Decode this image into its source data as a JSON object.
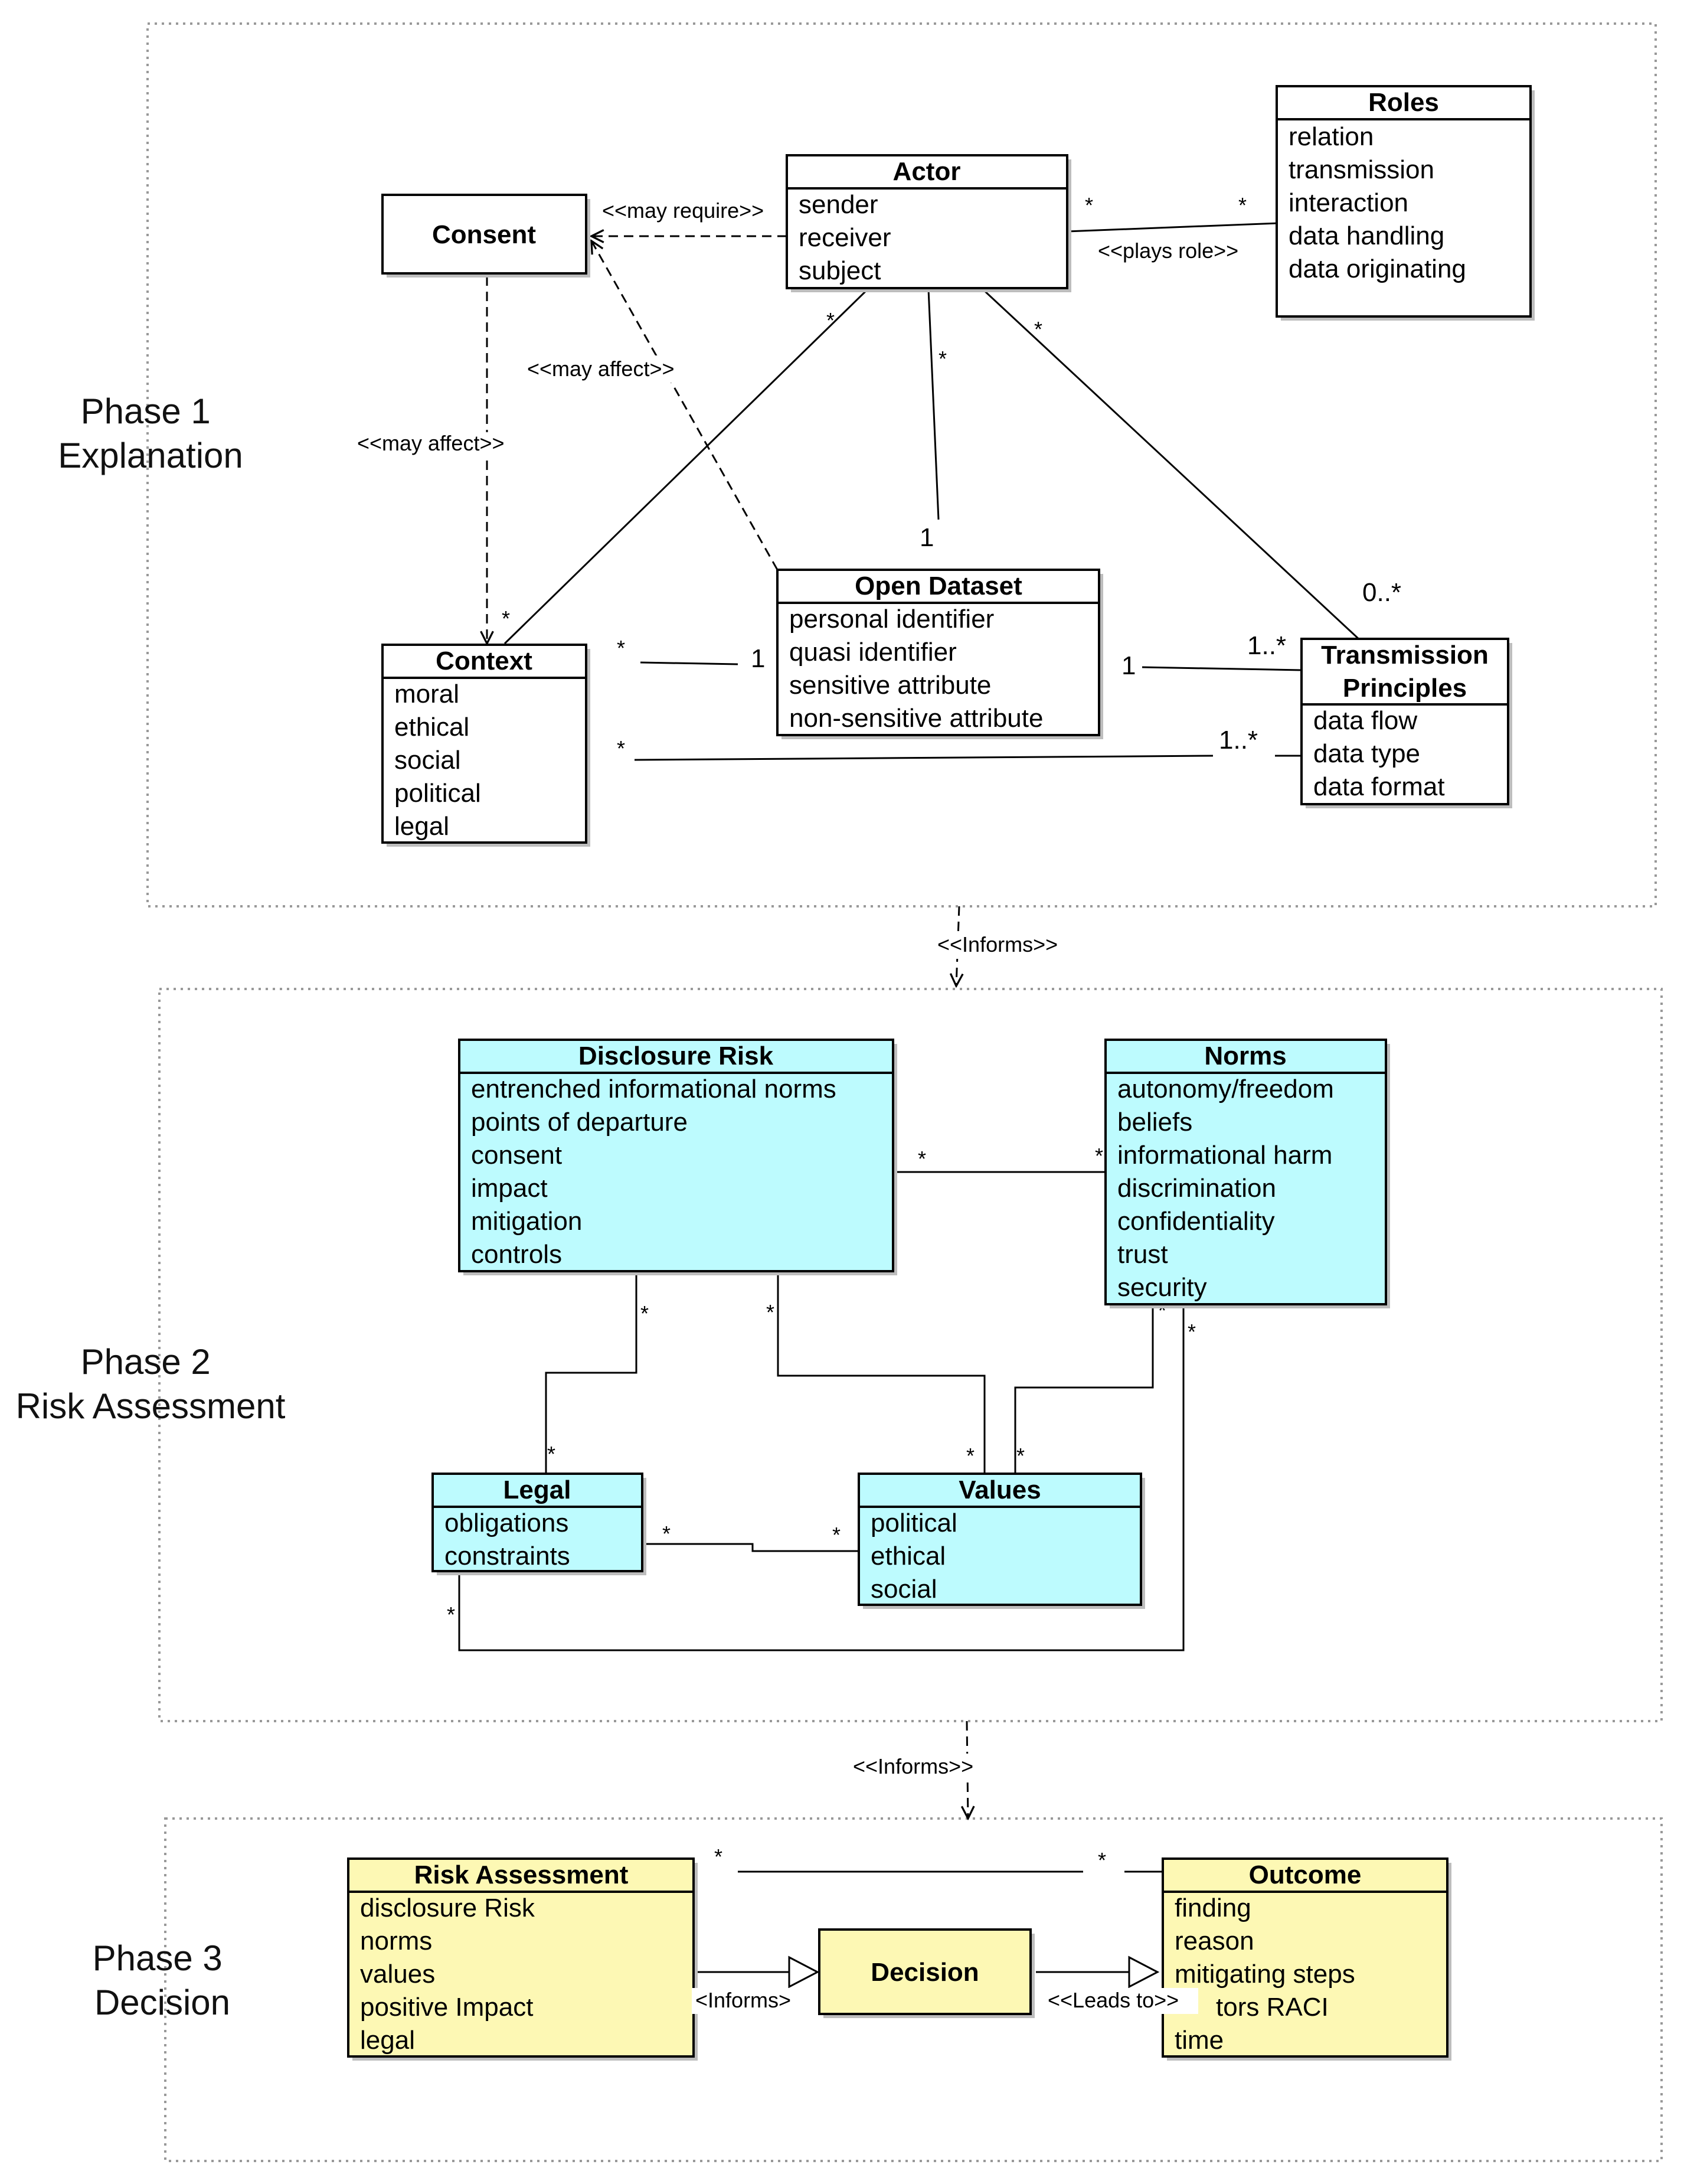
{
  "phases": [
    {
      "line1": "Phase 1",
      "line2": "Explanation"
    },
    {
      "line1": "Phase 2",
      "line2": "Risk Assessment"
    },
    {
      "line1": "Phase 3",
      "line2": "Decision"
    }
  ],
  "colors": {
    "phase1_box": "#ffffff",
    "phase2_box": "#bdfbfe",
    "phase3_box": "#fdf8b4",
    "line": "#000000",
    "phase_border": "#999999"
  },
  "boxes": {
    "roles": {
      "title": "Roles",
      "attributes": [
        "relation",
        "transmission",
        "interaction",
        "data handling",
        "data originating"
      ]
    },
    "actor": {
      "title": "Actor",
      "attributes": [
        "sender",
        "receiver",
        "subject"
      ]
    },
    "consent": {
      "title": "Consent"
    },
    "open_dataset": {
      "title": "Open Dataset",
      "attributes": [
        "personal identifier",
        "quasi identifier",
        "sensitive attribute",
        "non-sensitive attribute"
      ]
    },
    "context": {
      "title": "Context",
      "attributes": [
        "moral",
        "ethical",
        "social",
        "political",
        "legal"
      ]
    },
    "transmission_principles": {
      "title_line1": "Transmission",
      "title_line2": "Principles",
      "attributes": [
        "data flow",
        "data type",
        "data format"
      ]
    },
    "disclosure_risk": {
      "title": "Disclosure Risk",
      "attributes": [
        "entrenched informational norms",
        "points of departure",
        "consent",
        "impact",
        "mitigation",
        "controls"
      ]
    },
    "norms": {
      "title": "Norms",
      "attributes": [
        "autonomy/freedom",
        "beliefs",
        "informational harm",
        "discrimination",
        "confidentiality",
        "trust",
        "security"
      ]
    },
    "legal": {
      "title": "Legal",
      "attributes": [
        "obligations",
        "constraints"
      ]
    },
    "values": {
      "title": "Values",
      "attributes": [
        "political",
        "ethical",
        "social"
      ]
    },
    "risk_assessment": {
      "title": "Risk Assessment",
      "attributes": [
        "disclosure Risk",
        "norms",
        "values",
        "positive Impact",
        "legal"
      ]
    },
    "decision": {
      "title": "Decision"
    },
    "outcome": {
      "title": "Outcome",
      "attributes": [
        "finding",
        "reason",
        "mitigating steps",
        "tors RACI",
        "time"
      ]
    }
  },
  "relation_labels": {
    "may_require": "<<may require>>",
    "plays_role": "<<plays role>>",
    "may_affect_dataset": "<<may affect>>",
    "may_affect_context": "<<may affect>>",
    "informs_1": "<<Informs>>",
    "informs_2": "<<Informs>>",
    "informs_3": "<Informs>",
    "leads_to": "<<Leads to>>"
  },
  "multiplicities": {
    "actor_roles_a": "*",
    "actor_roles_b": "*",
    "actor_context_a": "*",
    "actor_context_b": "*",
    "actor_dataset_a": "*",
    "actor_dataset_b": "1",
    "actor_tp_a": "*",
    "actor_tp_b": "0..*",
    "context_dataset_a": "*",
    "context_dataset_b": "1",
    "dataset_tp_a": "1",
    "dataset_tp_b": "1..*",
    "context_tp_a": "*",
    "context_tp_b": "1..*",
    "dr_norms_a": "*",
    "dr_norms_b": "*",
    "dr_legal_a": "*",
    "dr_legal_b": "*",
    "dr_values_a": "*",
    "dr_values_b": "*",
    "norms_values_a": "*",
    "norms_values_b": "*",
    "legal_values_a": "*",
    "legal_values_b": "*",
    "norms_legal_a": "*",
    "norms_legal_b": "*",
    "ra_outcome_a": "*",
    "ra_outcome_b": "*"
  }
}
